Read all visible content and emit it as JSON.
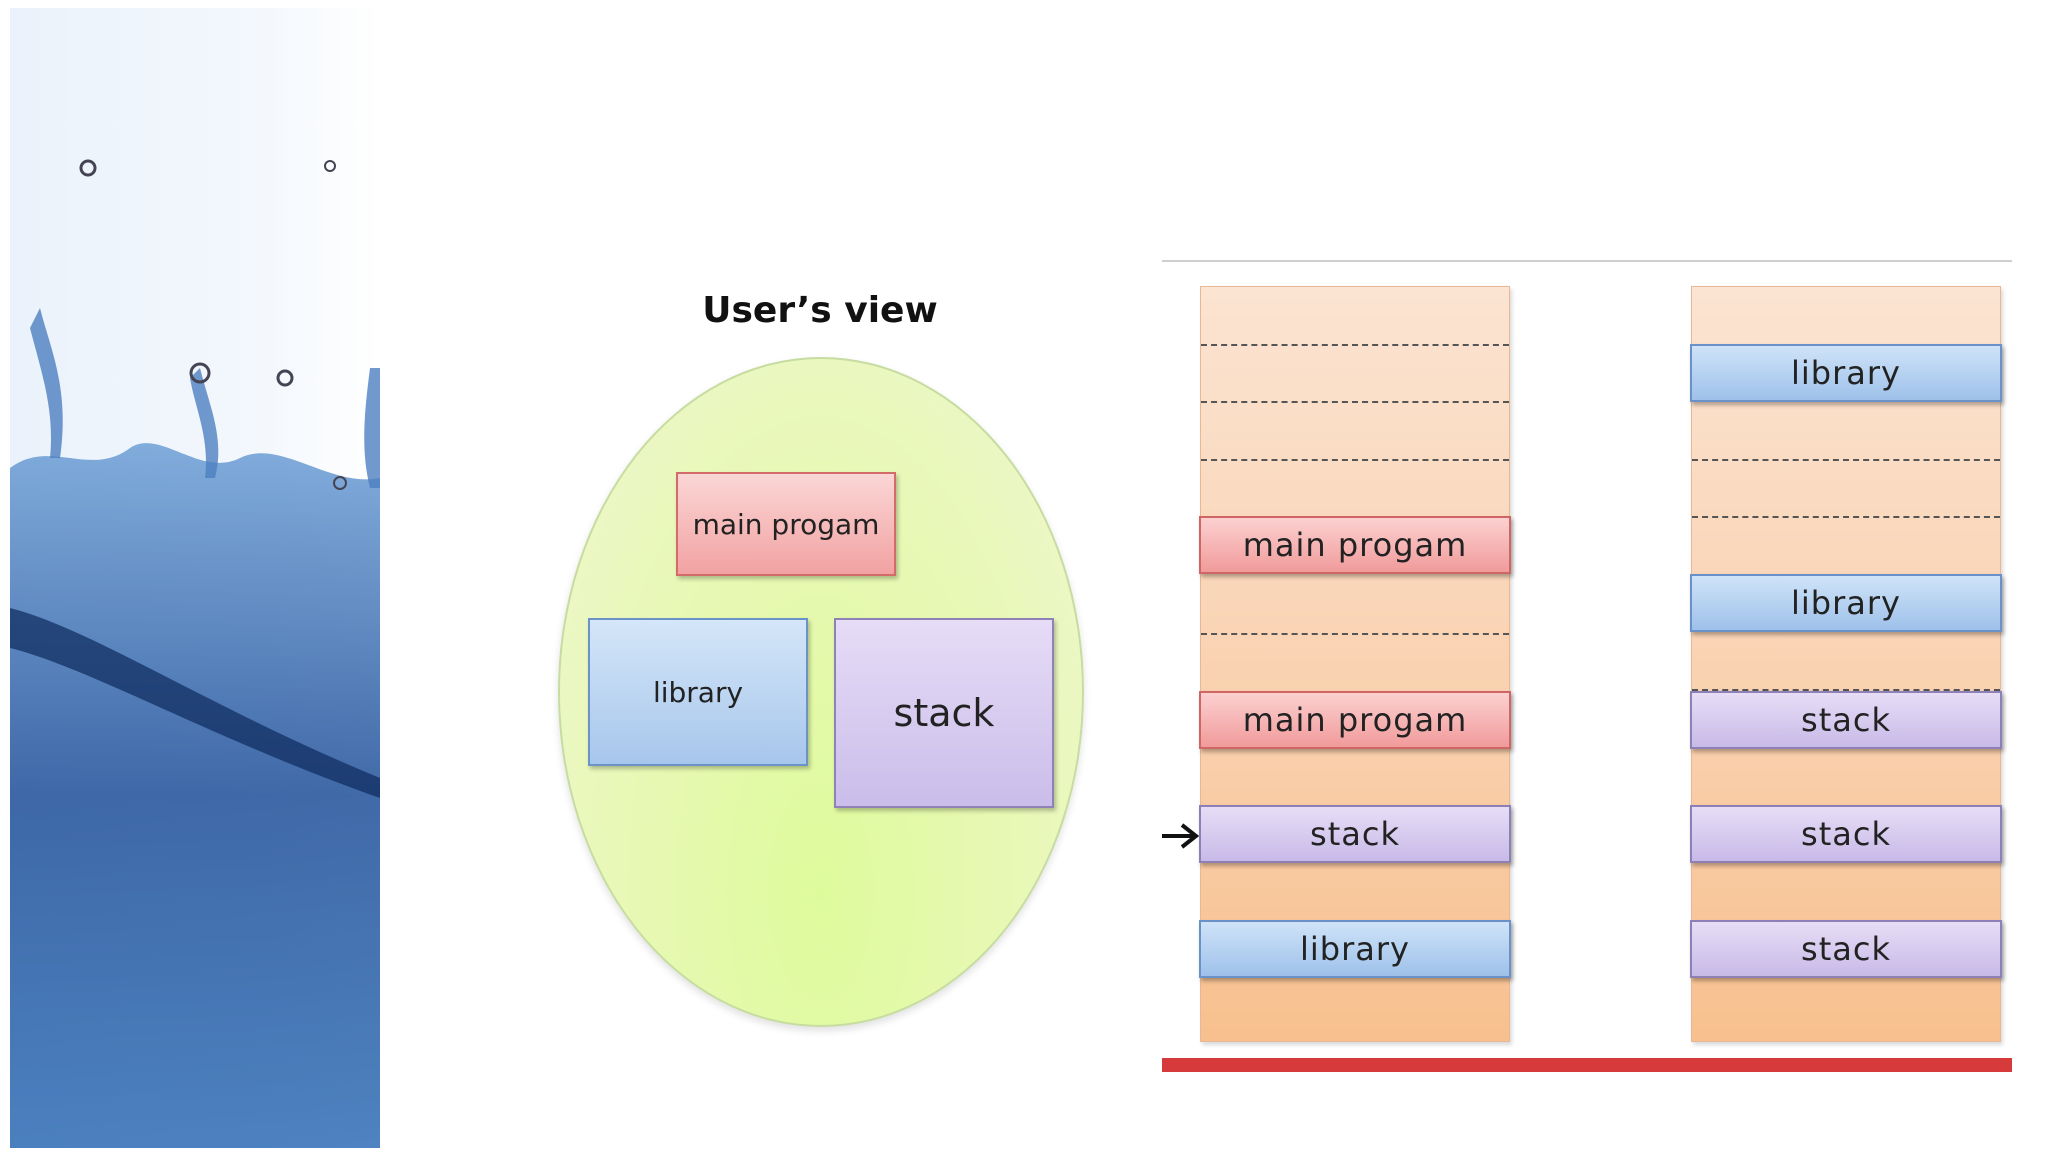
{
  "users_view": {
    "title": "User’s view",
    "main_program": "main progam",
    "library": "library",
    "stack": "stack"
  },
  "memory_left": {
    "segments": [
      "main progam",
      "main progam",
      "stack",
      "library"
    ]
  },
  "memory_right": {
    "segments": [
      "library",
      "library",
      "stack",
      "stack",
      "stack"
    ]
  },
  "colors": {
    "main": "#f2a2a2",
    "library": "#a7c6ec",
    "stack": "#cabdea",
    "memory": "#f9cfac",
    "ellipse": "#e8f8b6",
    "bar": "#d63a3a"
  }
}
